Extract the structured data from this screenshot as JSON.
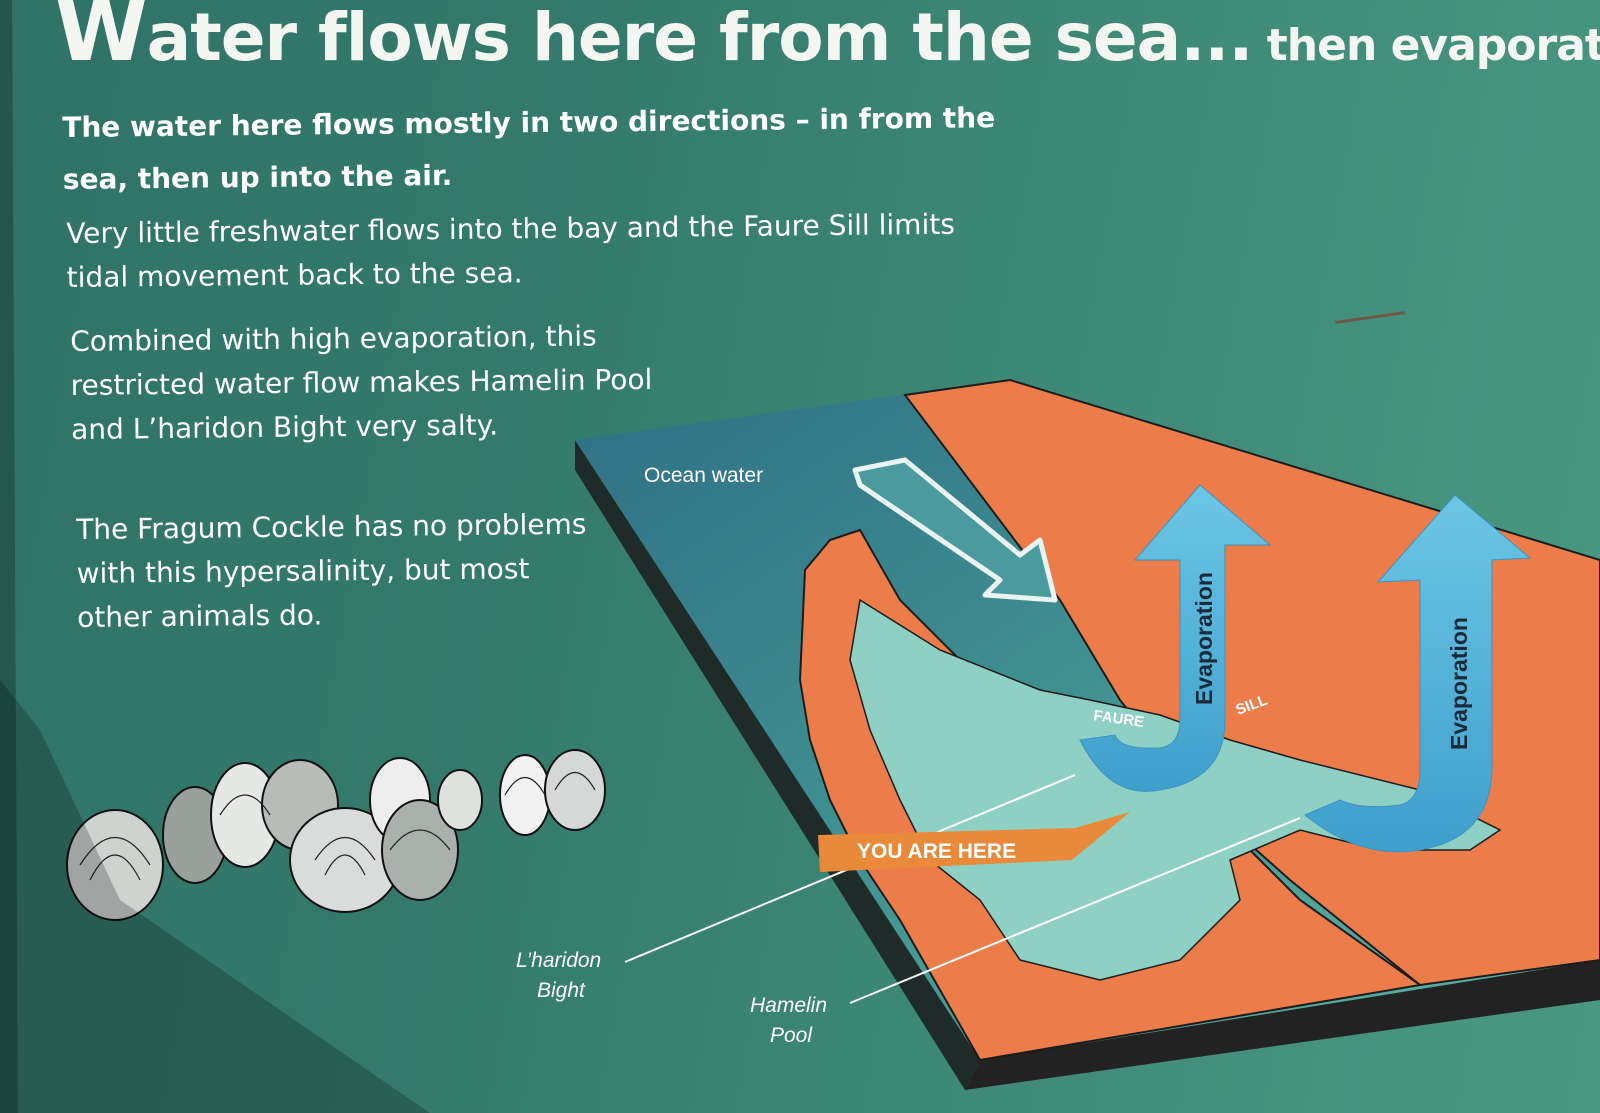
{
  "sign": {
    "title_cap": "W",
    "title_main": "ater flows here from the sea...",
    "title_tail": " then evaporates",
    "lead": "The water here flows mostly in two directions – in from the sea, then up into the air.",
    "paragraphs": [
      "Very little freshwater flows into the bay and the Faure Sill limits tidal movement back to the sea.",
      "Combined with high evaporation, this restricted water flow makes Hamelin Pool and L’haridon Bight very salty.",
      "The Fragum Cockle has no problems with this hypersalinity, but most other animals do."
    ]
  },
  "map": {
    "ocean_label": "Ocean water",
    "evaporation_label": "Evaporation",
    "faure_label": "FAURE",
    "sill_label": "SILL",
    "you_are_here": "YOU ARE HERE",
    "lharidon_line1": "L’haridon",
    "lharidon_line2": "Bight",
    "hamelin_line1": "Hamelin",
    "hamelin_line2": "Pool"
  },
  "icons": [
    "cockle-shells-illustration",
    "inflow-arrow-icon",
    "evaporation-arrow-icon"
  ],
  "colors": {
    "board_teal": "#347b6c",
    "land_orange": "#ec7d4a",
    "water_aqua": "#8fd0c4",
    "arrow_blue": "#5ab8d8",
    "banner_orange": "#e88a3a"
  }
}
